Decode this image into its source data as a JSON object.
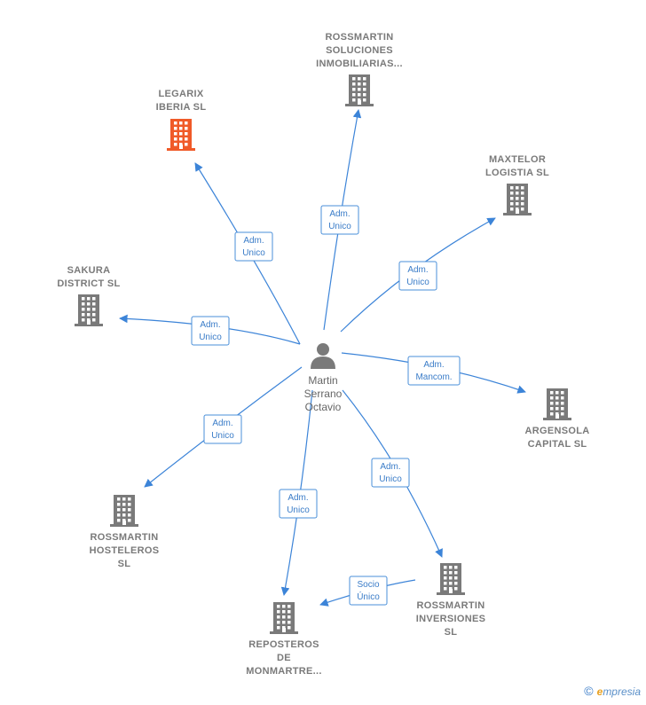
{
  "center": {
    "name_lines": [
      "Martin",
      "Serrano",
      "Octavio"
    ],
    "icon": "person-icon"
  },
  "companies": [
    {
      "id": "legarix",
      "lines": [
        "LEGARIX",
        "IBERIA  SL"
      ],
      "icon": "building-icon",
      "color": "#f05a28",
      "highlight": true
    },
    {
      "id": "rossmartin-soluciones",
      "lines": [
        "ROSSMARTIN",
        "SOLUCIONES",
        "INMOBILIARIAS..."
      ],
      "icon": "building-icon",
      "color": "#7a7a7a"
    },
    {
      "id": "maxtelor",
      "lines": [
        "MAXTELOR",
        "LOGISTIA  SL"
      ],
      "icon": "building-icon",
      "color": "#7a7a7a"
    },
    {
      "id": "sakura",
      "lines": [
        "SAKURA",
        "DISTRICT  SL"
      ],
      "icon": "building-icon",
      "color": "#7a7a7a"
    },
    {
      "id": "argensola",
      "lines": [
        "ARGENSOLA",
        "CAPITAL  SL"
      ],
      "icon": "building-icon",
      "color": "#7a7a7a"
    },
    {
      "id": "rossmartin-hosteleros",
      "lines": [
        "ROSSMARTIN",
        "HOSTELEROS",
        "SL"
      ],
      "icon": "building-icon",
      "color": "#7a7a7a"
    },
    {
      "id": "reposteros",
      "lines": [
        "REPOSTEROS",
        "DE",
        "MONMARTRE..."
      ],
      "icon": "building-icon",
      "color": "#7a7a7a"
    },
    {
      "id": "rossmartin-inversiones",
      "lines": [
        "ROSSMARTIN",
        "INVERSIONES",
        "SL"
      ],
      "icon": "building-icon",
      "color": "#7a7a7a"
    }
  ],
  "edges": [
    {
      "from": "center",
      "to": "legarix",
      "label_lines": [
        "Adm.",
        "Unico"
      ]
    },
    {
      "from": "center",
      "to": "rossmartin-soluciones",
      "label_lines": [
        "Adm.",
        "Unico"
      ]
    },
    {
      "from": "center",
      "to": "maxtelor",
      "label_lines": [
        "Adm.",
        "Unico"
      ]
    },
    {
      "from": "center",
      "to": "sakura",
      "label_lines": [
        "Adm.",
        "Unico"
      ]
    },
    {
      "from": "center",
      "to": "argensola",
      "label_lines": [
        "Adm.",
        "Mancom."
      ]
    },
    {
      "from": "center",
      "to": "rossmartin-hosteleros",
      "label_lines": [
        "Adm.",
        "Unico"
      ]
    },
    {
      "from": "center",
      "to": "reposteros",
      "label_lines": [
        "Adm.",
        "Unico"
      ]
    },
    {
      "from": "center",
      "to": "rossmartin-inversiones",
      "label_lines": [
        "Adm.",
        "Unico"
      ]
    },
    {
      "from": "rossmartin-inversiones",
      "to": "reposteros",
      "label_lines": [
        "Socio",
        "Único"
      ]
    }
  ],
  "colors": {
    "edge": "#3c84d8",
    "building": "#7a7a7a",
    "highlight": "#f05a28",
    "person": "#7a7a7a"
  },
  "footer": {
    "copyright_symbol": "©",
    "brand_first": "e",
    "brand_rest": "mpresia"
  }
}
